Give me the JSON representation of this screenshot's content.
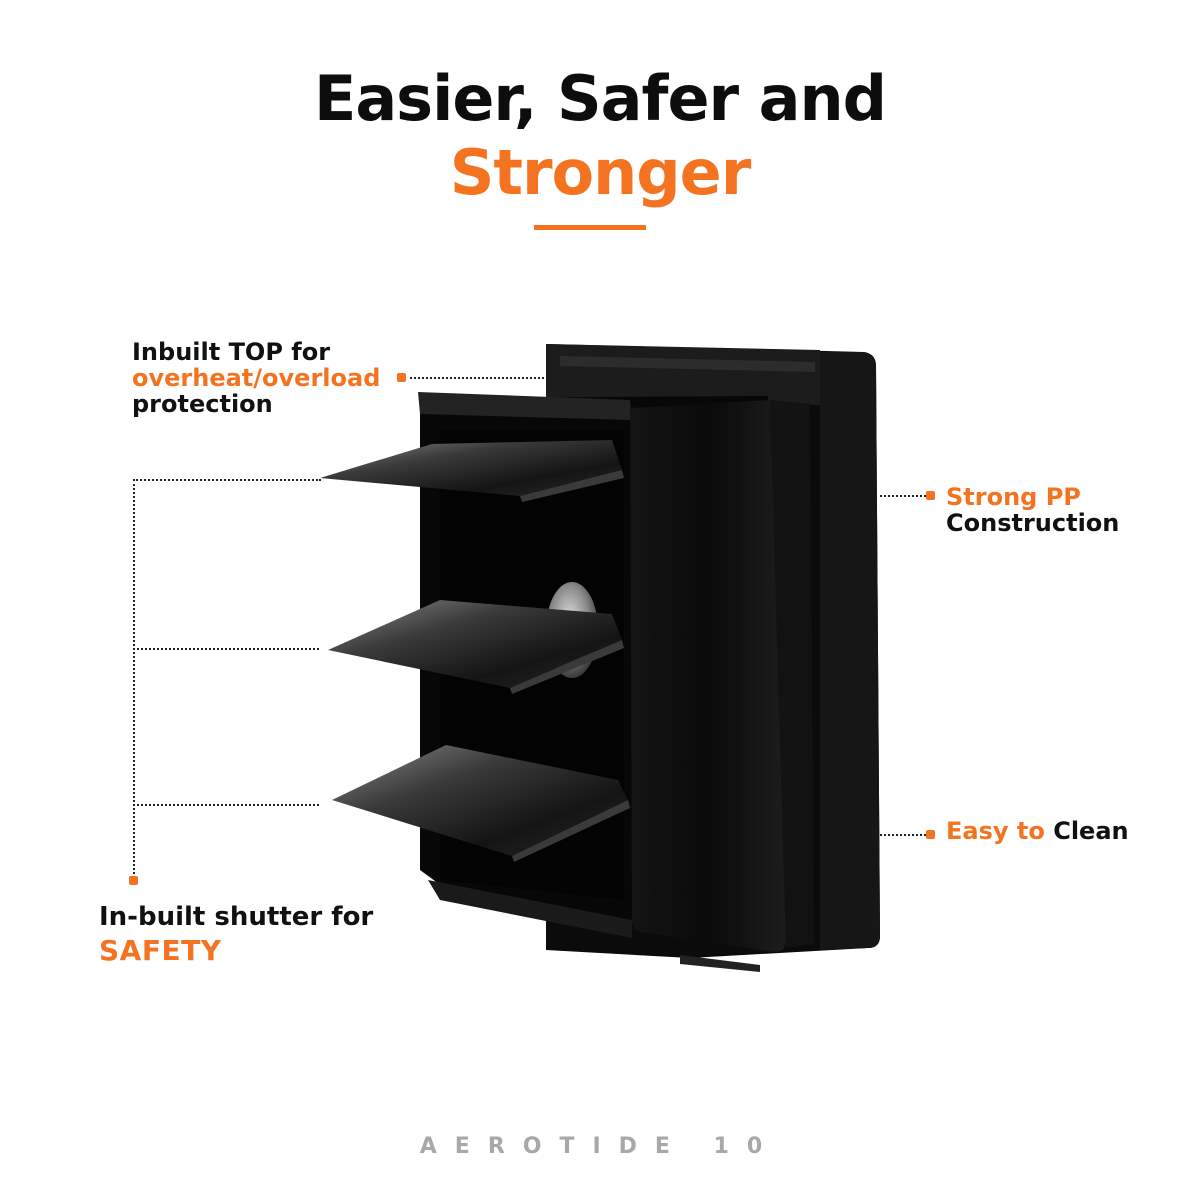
{
  "headline": {
    "line1": "Easier, Safer and",
    "line2": "Stronger"
  },
  "callouts": {
    "top_protection": {
      "line1": "Inbuilt TOP for",
      "line2": "overheat/overload",
      "line3": "protection"
    },
    "shutter": {
      "line1": "In-built shutter for",
      "line2": "SAFETY"
    },
    "pp_construction": {
      "line1": "Strong PP",
      "line2": "Construction"
    },
    "easy_clean": {
      "highlight": "Easy to",
      "rest": "Clean"
    }
  },
  "product": {
    "image_alt": "black-exhaust-fan-with-open-shutters-icon"
  },
  "footer": {
    "brand": "AEROTIDE 10"
  },
  "colors": {
    "accent": "#f47320",
    "text": "#111111",
    "footer": "#a8a8a8",
    "background": "#ffffff"
  }
}
